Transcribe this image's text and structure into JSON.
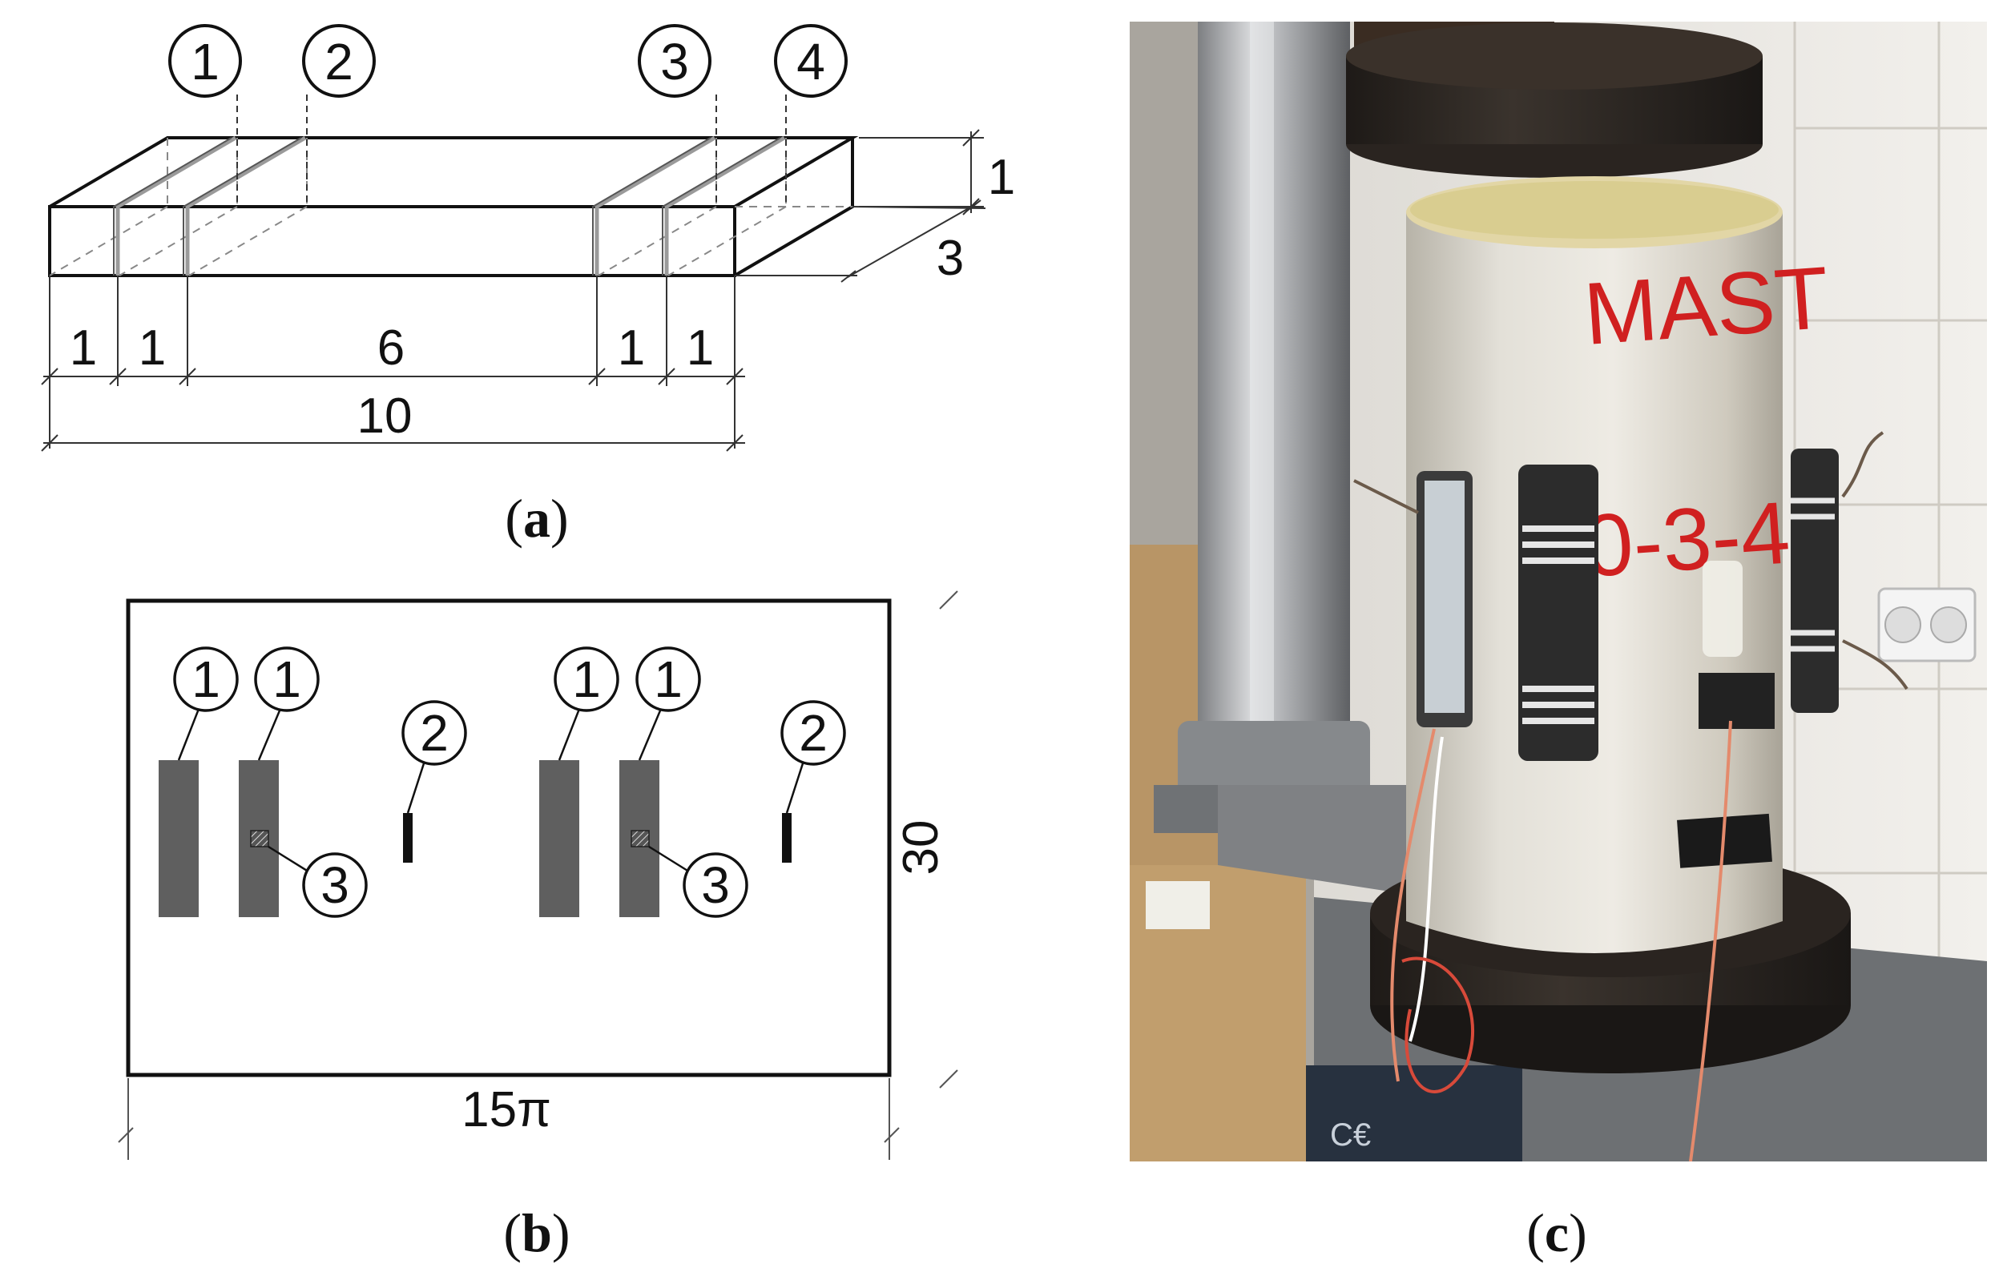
{
  "panel_a": {
    "callouts": [
      "1",
      "2",
      "3",
      "4"
    ],
    "height_dim": "1",
    "depth_dim": "3",
    "segment_dims": [
      "1",
      "1",
      "6",
      "1",
      "1"
    ],
    "total_dim": "10",
    "caption_letter": "a"
  },
  "panel_b": {
    "labels": {
      "gauge1a": "1",
      "gauge1b": "1",
      "gauge2": "2",
      "gauge3": "3",
      "gauge1c": "1",
      "gauge1d": "1",
      "gauge2b": "2",
      "gauge3b": "3"
    },
    "height_dim": "30",
    "width_dim": "15π",
    "caption_letter": "b"
  },
  "panel_c": {
    "specimen_text_1": "MAST",
    "specimen_text_2": "0-3-4",
    "caption_letter": "c"
  },
  "colors": {
    "gauge_fill": "#5f5f5f",
    "line": "#111111",
    "marker_red": "#d02020"
  }
}
